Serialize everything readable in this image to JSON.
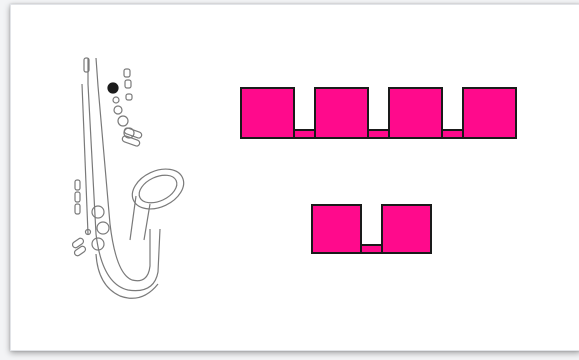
{
  "instrument": {
    "icon": "saxophone-icon",
    "line_color": "#7a7a7a",
    "pressed_key_color": "#1c1c1c"
  },
  "pattern": {
    "fill_color": "#ff0a8c",
    "stroke_color": "#1a1a1a",
    "rows": [
      {
        "name": "row-1",
        "blocks": 4,
        "connectors": 3
      },
      {
        "name": "row-2",
        "blocks": 2,
        "connectors": 1
      }
    ]
  }
}
